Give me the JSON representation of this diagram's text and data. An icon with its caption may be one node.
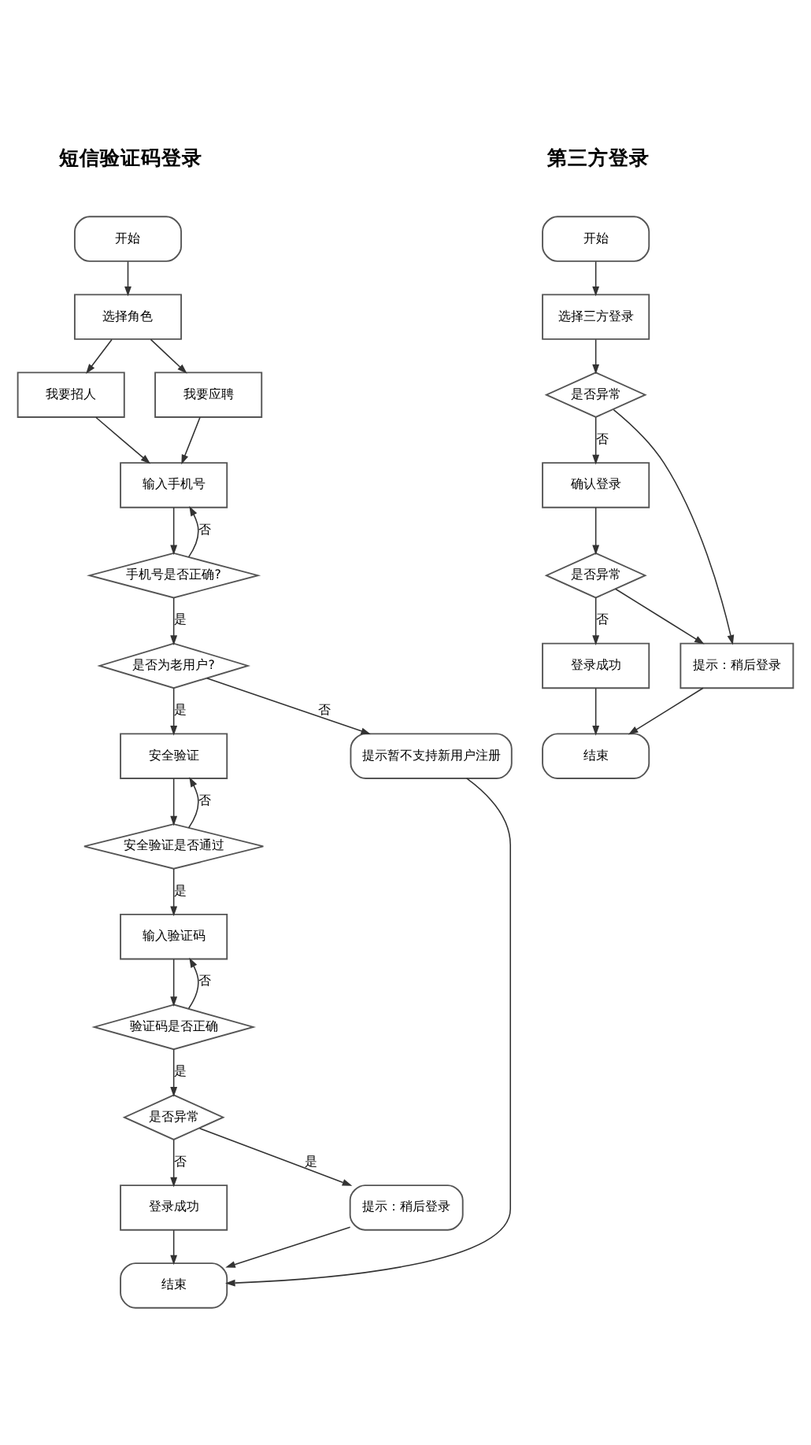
{
  "diagram": {
    "nodes": [
      {
        "text": [
          "开始"
        ]
      },
      {
        "text": [
          "选择角色"
        ]
      },
      {
        "text": [
          "我要招人"
        ]
      },
      {
        "text": [
          "我要应聘"
        ]
      },
      {
        "text": [
          "输入手机号"
        ]
      },
      {
        "text": [
          "手机号是否正确?"
        ]
      },
      {
        "text": [
          "是否为老用户?"
        ]
      },
      {
        "text": [
          "提示暂不支持新用户注册"
        ]
      },
      {
        "text": [
          "安全验证"
        ]
      },
      {
        "text": [
          "安全验证是否通过"
        ]
      },
      {
        "text": [
          "输入验证码"
        ]
      },
      {
        "text": [
          "验证码是否正确"
        ]
      },
      {
        "text": [
          "是否异常"
        ]
      },
      {
        "text": [
          "提示：稍后登录"
        ]
      },
      {
        "text": [
          "登录成功"
        ]
      },
      {
        "text": [
          "结束"
        ]
      },
      {
        "text": [
          "开始"
        ]
      },
      {
        "text": [
          "选择三方登录"
        ]
      },
      {
        "text": [
          "是否异常"
        ]
      },
      {
        "text": [
          "确认登录"
        ]
      },
      {
        "text": [
          "是否异常"
        ]
      },
      {
        "text": [
          "提示：稍后登录"
        ]
      },
      {
        "text": [
          "登录成功"
        ]
      },
      {
        "text": [
          "结束"
        ]
      }
    ],
    "edges": [
      {
        "from": 0,
        "to": 1,
        "arrow": "to"
      },
      {
        "from": 1,
        "to": 2,
        "arrow": "to"
      },
      {
        "from": 1,
        "to": 3,
        "arrow": "to"
      },
      {
        "from": 2,
        "to": 4,
        "arrow": "to"
      },
      {
        "from": 3,
        "to": 4,
        "arrow": "to"
      },
      {
        "from": 4,
        "to": 5,
        "arrow": "to"
      },
      {
        "from": 5,
        "to": 4,
        "label": "否",
        "arrow": "to"
      },
      {
        "from": 5,
        "to": 6,
        "label": "是",
        "arrow": "to"
      },
      {
        "from": 6,
        "to": 7,
        "label": "否",
        "arrow": "to"
      },
      {
        "from": 6,
        "to": 8,
        "label": "是",
        "arrow": "to"
      },
      {
        "from": 7,
        "to": 15,
        "arrow": "to"
      },
      {
        "from": 8,
        "to": 9,
        "arrow": "to"
      },
      {
        "from": 9,
        "to": 8,
        "label": "否",
        "arrow": "to"
      },
      {
        "from": 9,
        "to": 10,
        "label": "是",
        "arrow": "to"
      },
      {
        "from": 10,
        "to": 11,
        "arrow": "to"
      },
      {
        "from": 11,
        "to": 10,
        "label": "否",
        "arrow": "to"
      },
      {
        "from": 11,
        "to": 12,
        "label": "是",
        "arrow": "to"
      },
      {
        "from": 12,
        "to": 13,
        "label": "是",
        "arrow": "to"
      },
      {
        "from": 12,
        "to": 14,
        "label": "否",
        "arrow": "to"
      },
      {
        "from": 13,
        "to": 15,
        "arrow": "to"
      },
      {
        "from": 14,
        "to": 15,
        "arrow": "to"
      },
      {
        "from": 16,
        "to": 17,
        "arrow": "to"
      },
      {
        "from": 17,
        "to": 18,
        "arrow": "to"
      },
      {
        "from": 18,
        "to": 21,
        "arrow": "to"
      },
      {
        "from": 18,
        "to": 19,
        "label": "否",
        "arrow": "to"
      },
      {
        "from": 19,
        "to": 20,
        "arrow": "to"
      },
      {
        "from": 20,
        "to": 21,
        "arrow": "to"
      },
      {
        "from": 20,
        "to": 22,
        "label": "否",
        "arrow": "to"
      },
      {
        "from": 21,
        "to": 23,
        "arrow": "to"
      },
      {
        "from": 22,
        "to": 23,
        "arrow": "to"
      }
    ],
    "labels": [
      "短信验证码登录",
      "第三方登录"
    ]
  }
}
